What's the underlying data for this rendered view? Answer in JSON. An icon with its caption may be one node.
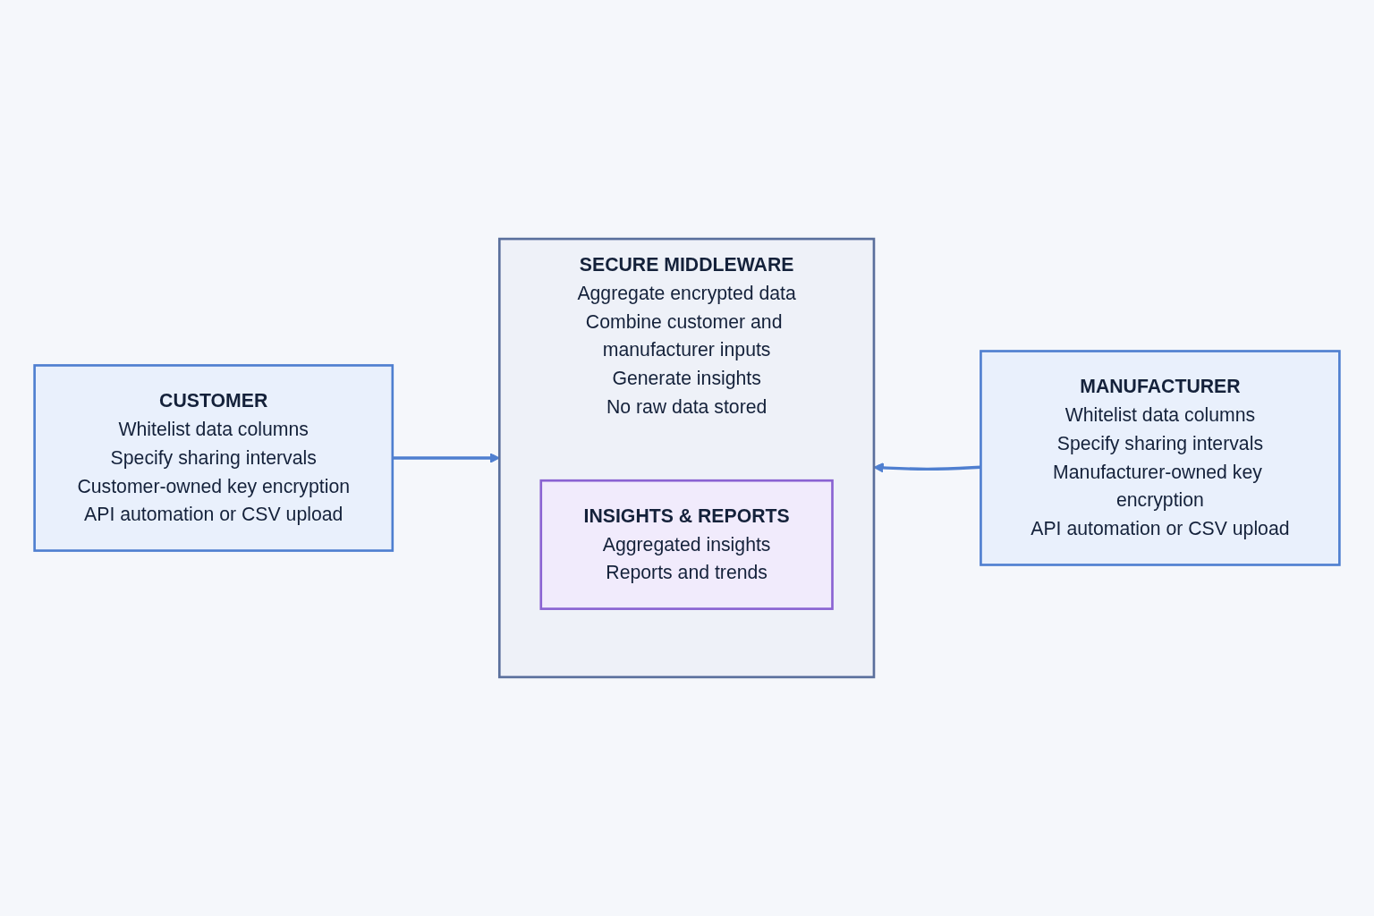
{
  "diagram": {
    "nodes": [
      {
        "text": [
          "CUSTOMER",
          "Whitelist data columns",
          "Specify sharing intervals",
          "Customer-owned key encryption",
          "API automation or CSV upload"
        ]
      },
      {
        "text": [
          "SECURE MIDDLEWARE",
          "Aggregate encrypted data",
          "Combine customer and manufacturer inputs",
          "Generate insights",
          "No raw data stored"
        ]
      },
      {
        "text": [
          "INSIGHTS & REPORTS",
          "Aggregated insights",
          "Reports and trends"
        ],
        "in": 1
      },
      {
        "text": [
          "MANUFACTURER",
          "Whitelist data columns",
          "Specify sharing intervals",
          "Manufacturer-owned key encryption",
          "API automation or CSV upload"
        ]
      }
    ],
    "edges": [
      {
        "from": 0,
        "to": 1,
        "arrow": "to"
      },
      {
        "from": 3,
        "to": 1,
        "arrow": "to"
      }
    ]
  }
}
